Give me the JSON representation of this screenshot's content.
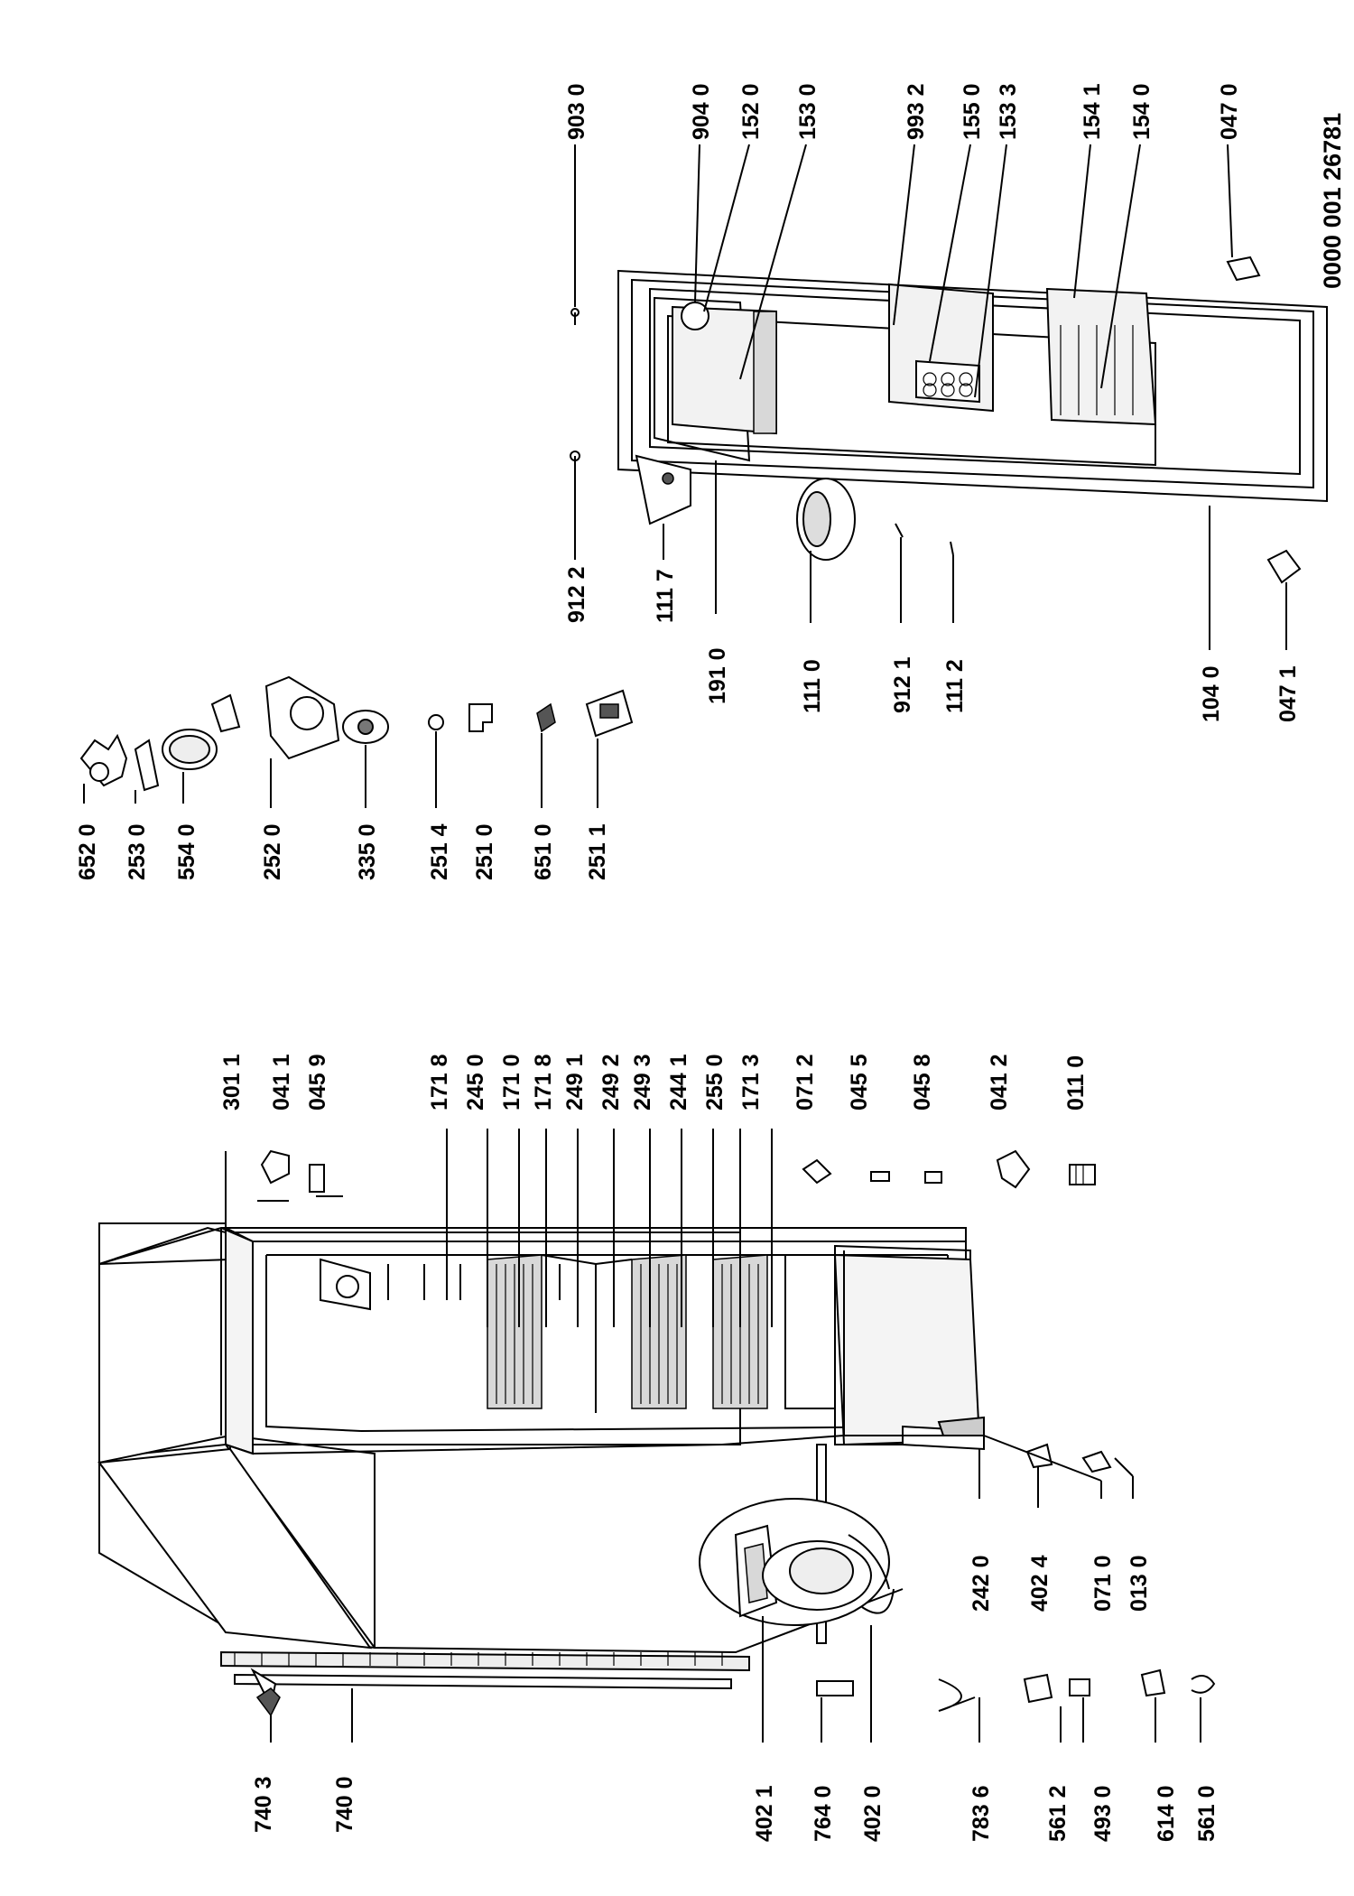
{
  "document_code": "0000 001 26781",
  "labels": {
    "p7403": "740 3",
    "p7400": "740 0",
    "p4021": "402 1",
    "p7640": "764 0",
    "p4020": "402 0",
    "p7836": "783 6",
    "p5612": "561 2",
    "p4930": "493 0",
    "p6140": "614 0",
    "p5610": "561 0",
    "p2420": "242 0",
    "p4024": "402 4",
    "p0710": "071 0",
    "p0130": "013 0",
    "p3011": "301  1",
    "p0411": "041 1",
    "p0459": "045 9",
    "p1718a": "171 8",
    "p2450": "245 0",
    "p1710": "171 0",
    "p1718b": "171 8",
    "p2491": "249 1",
    "p2492": "249 2",
    "p2493": "249 3",
    "p2441": "244 1",
    "p2550": "255 0",
    "p1713": "171 3",
    "p0712": "071 2",
    "p0455": "045 5",
    "p0458": "045 8",
    "p0412": "041 2",
    "p0110": "011 0",
    "p6520": "652 0",
    "p2530": "253 0",
    "p5540": "554 0",
    "p2520": "252 0",
    "p3350": "335 0",
    "p2514": "251 4",
    "p2510": "251 0",
    "p6510": "651 0",
    "p2511": "251 1",
    "p9030": "903 0",
    "p9040": "904 0",
    "p1520": "152 0",
    "p1530": "153 0",
    "p9932": "993 2",
    "p1550": "155 0",
    "p1533": "153 3",
    "p1541": "154 1",
    "p1540": "154 0",
    "p0470": "047 0",
    "p9122": "912 2",
    "p1117": "111 7",
    "p1910": "191 0",
    "p1110": "111 0",
    "p9121": "912 1",
    "p1112": "111 2",
    "p1040": "104  0",
    "p0471": "047 1"
  }
}
